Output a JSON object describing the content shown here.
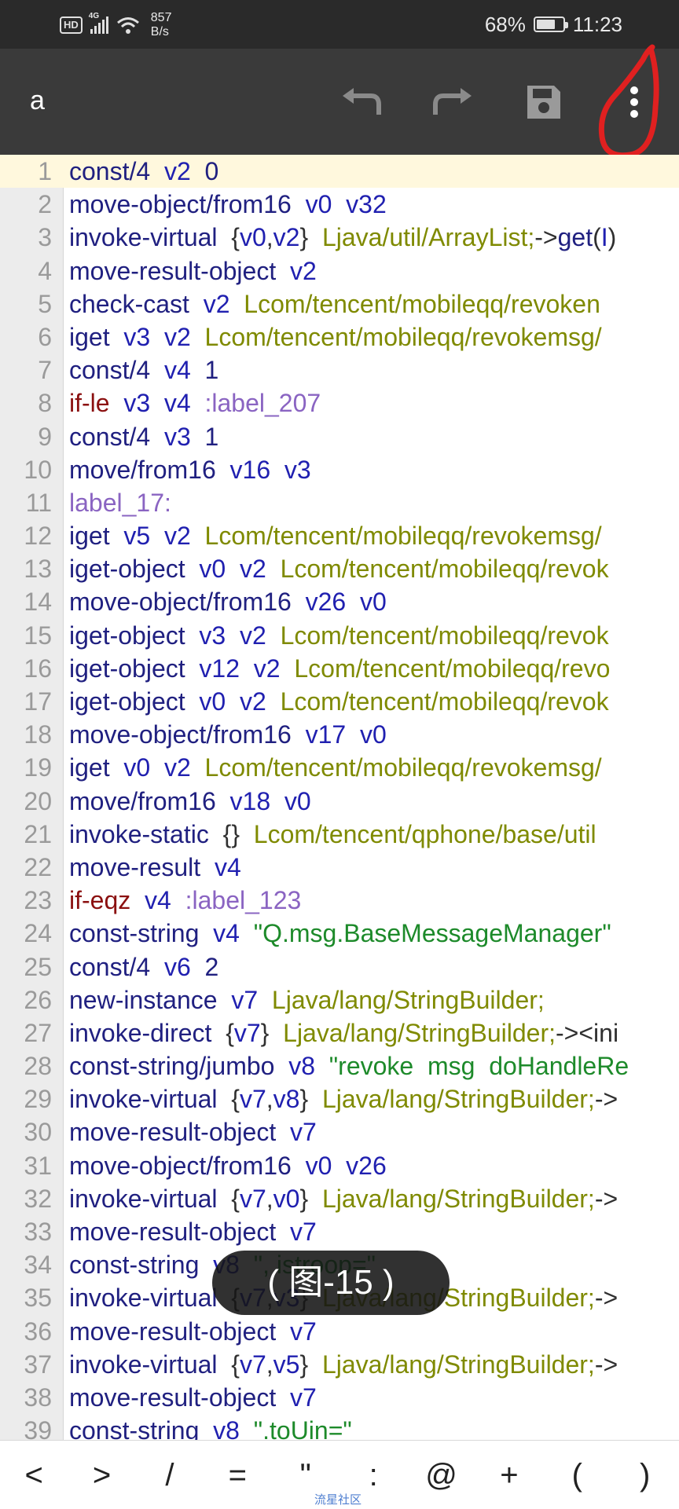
{
  "status_bar": {
    "hd": "HD",
    "network": "4G",
    "speed_value": "857",
    "speed_unit": "B/s",
    "battery": "68%",
    "battery_level": 0.68,
    "time": "11:23"
  },
  "toolbar": {
    "title": "a",
    "undo_icon": "undo-icon",
    "redo_icon": "redo-icon",
    "save_icon": "save-icon",
    "more_icon": "more-vert-icon"
  },
  "editor": {
    "lines": [
      {
        "n": "1",
        "t": [
          [
            "const/4",
            "ins"
          ],
          [
            "  "
          ],
          [
            "v2",
            "reg"
          ],
          [
            "  "
          ],
          [
            "0",
            "ins"
          ]
        ]
      },
      {
        "n": "2",
        "t": [
          [
            "move-object/from16",
            "ins"
          ],
          [
            "  "
          ],
          [
            "v0",
            "reg"
          ],
          [
            "  "
          ],
          [
            "v32",
            "reg"
          ]
        ]
      },
      {
        "n": "3",
        "t": [
          [
            "invoke-virtual",
            "ins"
          ],
          [
            "  "
          ],
          [
            "{",
            "pun"
          ],
          [
            "v0",
            "reg"
          ],
          [
            ",",
            "pun"
          ],
          [
            "v2",
            "reg"
          ],
          [
            "}",
            "pun"
          ],
          [
            "  "
          ],
          [
            "Ljava/util/ArrayList;",
            "type"
          ],
          [
            "->",
            "pun"
          ],
          [
            "get",
            "ins"
          ],
          [
            "(",
            "pun"
          ],
          [
            "I",
            "reg"
          ],
          [
            ")",
            "pun"
          ]
        ]
      },
      {
        "n": "4",
        "t": [
          [
            "move-result-object",
            "ins"
          ],
          [
            "  "
          ],
          [
            "v2",
            "reg"
          ]
        ]
      },
      {
        "n": "5",
        "t": [
          [
            "check-cast",
            "ins"
          ],
          [
            "  "
          ],
          [
            "v2",
            "reg"
          ],
          [
            "  "
          ],
          [
            "Lcom/tencent/mobileqq/revoken",
            "type"
          ]
        ]
      },
      {
        "n": "6",
        "t": [
          [
            "iget",
            "ins"
          ],
          [
            "  "
          ],
          [
            "v3",
            "reg"
          ],
          [
            "  "
          ],
          [
            "v2",
            "reg"
          ],
          [
            "  "
          ],
          [
            "Lcom/tencent/mobileqq/revokemsg/",
            "type"
          ]
        ]
      },
      {
        "n": "7",
        "t": [
          [
            "const/4",
            "ins"
          ],
          [
            "  "
          ],
          [
            "v4",
            "reg"
          ],
          [
            "  "
          ],
          [
            "1",
            "ins"
          ]
        ]
      },
      {
        "n": "8",
        "t": [
          [
            "if-le",
            "kw"
          ],
          [
            "  "
          ],
          [
            "v3",
            "reg"
          ],
          [
            "  "
          ],
          [
            "v4",
            "reg"
          ],
          [
            "  "
          ],
          [
            ":label_207",
            "lbl"
          ]
        ]
      },
      {
        "n": "9",
        "t": [
          [
            "const/4",
            "ins"
          ],
          [
            "  "
          ],
          [
            "v3",
            "reg"
          ],
          [
            "  "
          ],
          [
            "1",
            "ins"
          ]
        ]
      },
      {
        "n": "10",
        "t": [
          [
            "move/from16",
            "ins"
          ],
          [
            "  "
          ],
          [
            "v16",
            "reg"
          ],
          [
            "  "
          ],
          [
            "v3",
            "reg"
          ]
        ]
      },
      {
        "n": "11",
        "t": [
          [
            "label_17:",
            "lbl"
          ]
        ]
      },
      {
        "n": "12",
        "t": [
          [
            "iget",
            "ins"
          ],
          [
            "  "
          ],
          [
            "v5",
            "reg"
          ],
          [
            "  "
          ],
          [
            "v2",
            "reg"
          ],
          [
            "  "
          ],
          [
            "Lcom/tencent/mobileqq/revokemsg/",
            "type"
          ]
        ]
      },
      {
        "n": "13",
        "t": [
          [
            "iget-object",
            "ins"
          ],
          [
            "  "
          ],
          [
            "v0",
            "reg"
          ],
          [
            "  "
          ],
          [
            "v2",
            "reg"
          ],
          [
            "  "
          ],
          [
            "Lcom/tencent/mobileqq/revok",
            "type"
          ]
        ]
      },
      {
        "n": "14",
        "t": [
          [
            "move-object/from16",
            "ins"
          ],
          [
            "  "
          ],
          [
            "v26",
            "reg"
          ],
          [
            "  "
          ],
          [
            "v0",
            "reg"
          ]
        ]
      },
      {
        "n": "15",
        "t": [
          [
            "iget-object",
            "ins"
          ],
          [
            "  "
          ],
          [
            "v3",
            "reg"
          ],
          [
            "  "
          ],
          [
            "v2",
            "reg"
          ],
          [
            "  "
          ],
          [
            "Lcom/tencent/mobileqq/revok",
            "type"
          ]
        ]
      },
      {
        "n": "16",
        "t": [
          [
            "iget-object",
            "ins"
          ],
          [
            "  "
          ],
          [
            "v12",
            "reg"
          ],
          [
            "  "
          ],
          [
            "v2",
            "reg"
          ],
          [
            "  "
          ],
          [
            "Lcom/tencent/mobileqq/revo",
            "type"
          ]
        ]
      },
      {
        "n": "17",
        "t": [
          [
            "iget-object",
            "ins"
          ],
          [
            "  "
          ],
          [
            "v0",
            "reg"
          ],
          [
            "  "
          ],
          [
            "v2",
            "reg"
          ],
          [
            "  "
          ],
          [
            "Lcom/tencent/mobileqq/revok",
            "type"
          ]
        ]
      },
      {
        "n": "18",
        "t": [
          [
            "move-object/from16",
            "ins"
          ],
          [
            "  "
          ],
          [
            "v17",
            "reg"
          ],
          [
            "  "
          ],
          [
            "v0",
            "reg"
          ]
        ]
      },
      {
        "n": "19",
        "t": [
          [
            "iget",
            "ins"
          ],
          [
            "  "
          ],
          [
            "v0",
            "reg"
          ],
          [
            "  "
          ],
          [
            "v2",
            "reg"
          ],
          [
            "  "
          ],
          [
            "Lcom/tencent/mobileqq/revokemsg/",
            "type"
          ]
        ]
      },
      {
        "n": "20",
        "t": [
          [
            "move/from16",
            "ins"
          ],
          [
            "  "
          ],
          [
            "v18",
            "reg"
          ],
          [
            "  "
          ],
          [
            "v0",
            "reg"
          ]
        ]
      },
      {
        "n": "21",
        "t": [
          [
            "invoke-static",
            "ins"
          ],
          [
            "  "
          ],
          [
            "{}",
            "pun"
          ],
          [
            "  "
          ],
          [
            "Lcom/tencent/qphone/base/util",
            "type"
          ]
        ]
      },
      {
        "n": "22",
        "t": [
          [
            "move-result",
            "ins"
          ],
          [
            "  "
          ],
          [
            "v4",
            "reg"
          ]
        ]
      },
      {
        "n": "23",
        "t": [
          [
            "if-eqz",
            "kw"
          ],
          [
            "  "
          ],
          [
            "v4",
            "reg"
          ],
          [
            "  "
          ],
          [
            ":label_123",
            "lbl"
          ]
        ]
      },
      {
        "n": "24",
        "t": [
          [
            "const-string",
            "ins"
          ],
          [
            "  "
          ],
          [
            "v4",
            "reg"
          ],
          [
            "  "
          ],
          [
            "\"Q.msg.BaseMessageManager\"",
            "str"
          ]
        ]
      },
      {
        "n": "25",
        "t": [
          [
            "const/4",
            "ins"
          ],
          [
            "  "
          ],
          [
            "v6",
            "reg"
          ],
          [
            "  "
          ],
          [
            "2",
            "ins"
          ]
        ]
      },
      {
        "n": "26",
        "t": [
          [
            "new-instance",
            "ins"
          ],
          [
            "  "
          ],
          [
            "v7",
            "reg"
          ],
          [
            "  "
          ],
          [
            "Ljava/lang/StringBuilder;",
            "type"
          ]
        ]
      },
      {
        "n": "27",
        "t": [
          [
            "invoke-direct",
            "ins"
          ],
          [
            "  "
          ],
          [
            "{",
            "pun"
          ],
          [
            "v7",
            "reg"
          ],
          [
            "}",
            "pun"
          ],
          [
            "  "
          ],
          [
            "Ljava/lang/StringBuilder;",
            "type"
          ],
          [
            "-><ini",
            "pun"
          ]
        ]
      },
      {
        "n": "28",
        "t": [
          [
            "const-string/jumbo",
            "ins"
          ],
          [
            "  "
          ],
          [
            "v8",
            "reg"
          ],
          [
            "  "
          ],
          [
            "\"revoke  msg  doHandleRe",
            "str"
          ]
        ]
      },
      {
        "n": "29",
        "t": [
          [
            "invoke-virtual",
            "ins"
          ],
          [
            "  "
          ],
          [
            "{",
            "pun"
          ],
          [
            "v7",
            "reg"
          ],
          [
            ",",
            "pun"
          ],
          [
            "v8",
            "reg"
          ],
          [
            "}",
            "pun"
          ],
          [
            "  "
          ],
          [
            "Ljava/lang/StringBuilder;",
            "type"
          ],
          [
            "->",
            "pun"
          ]
        ]
      },
      {
        "n": "30",
        "t": [
          [
            "move-result-object",
            "ins"
          ],
          [
            "  "
          ],
          [
            "v7",
            "reg"
          ]
        ]
      },
      {
        "n": "31",
        "t": [
          [
            "move-object/from16",
            "ins"
          ],
          [
            "  "
          ],
          [
            "v0",
            "reg"
          ],
          [
            "  "
          ],
          [
            "v26",
            "reg"
          ]
        ]
      },
      {
        "n": "32",
        "t": [
          [
            "invoke-virtual",
            "ins"
          ],
          [
            "  "
          ],
          [
            "{",
            "pun"
          ],
          [
            "v7",
            "reg"
          ],
          [
            ",",
            "pun"
          ],
          [
            "v0",
            "reg"
          ],
          [
            "}",
            "pun"
          ],
          [
            "  "
          ],
          [
            "Ljava/lang/StringBuilder;",
            "type"
          ],
          [
            "->",
            "pun"
          ]
        ]
      },
      {
        "n": "33",
        "t": [
          [
            "move-result-object",
            "ins"
          ],
          [
            "  "
          ],
          [
            "v7",
            "reg"
          ]
        ]
      },
      {
        "n": "34",
        "t": [
          [
            "const-string",
            "ins"
          ],
          [
            "  "
          ],
          [
            "v8",
            "reg"
          ],
          [
            "  "
          ],
          [
            "\", istroop=\"",
            "str"
          ]
        ]
      },
      {
        "n": "35",
        "t": [
          [
            "invoke-virtual",
            "ins"
          ],
          [
            "  "
          ],
          [
            "{",
            "pun"
          ],
          [
            "v7",
            "reg"
          ],
          [
            ",",
            "pun"
          ],
          [
            "v3",
            "reg"
          ],
          [
            "}",
            "pun"
          ],
          [
            "  "
          ],
          [
            "Ljava/lang/StringBuilder;",
            "type"
          ],
          [
            "->",
            "pun"
          ]
        ]
      },
      {
        "n": "36",
        "t": [
          [
            "move-result-object",
            "ins"
          ],
          [
            "  "
          ],
          [
            "v7",
            "reg"
          ]
        ]
      },
      {
        "n": "37",
        "t": [
          [
            "invoke-virtual",
            "ins"
          ],
          [
            "  "
          ],
          [
            "{",
            "pun"
          ],
          [
            "v7",
            "reg"
          ],
          [
            ",",
            "pun"
          ],
          [
            "v5",
            "reg"
          ],
          [
            "}",
            "pun"
          ],
          [
            "  "
          ],
          [
            "Ljava/lang/StringBuilder;",
            "type"
          ],
          [
            "->",
            "pun"
          ]
        ]
      },
      {
        "n": "38",
        "t": [
          [
            "move-result-object",
            "ins"
          ],
          [
            "  "
          ],
          [
            "v7",
            "reg"
          ]
        ]
      },
      {
        "n": "39",
        "t": [
          [
            "const-string",
            "ins"
          ],
          [
            "  "
          ],
          [
            "v8",
            "reg"
          ],
          [
            "  "
          ],
          [
            "\".toUin=\"",
            "str"
          ]
        ]
      }
    ]
  },
  "overlay": {
    "label": "( 图-15 )"
  },
  "symbol_bar": {
    "keys": [
      "<",
      ">",
      "/",
      "=",
      "\"",
      ":",
      "@",
      "+",
      "(",
      ")"
    ]
  },
  "watermark": "流星社区",
  "colors": {
    "status_bar_bg": "#2a2a2a",
    "toolbar_bg": "#3a3a3a",
    "current_line": "#fff8dd",
    "annotation_red": "#e02020",
    "instruction": "#202080",
    "keyword": "#8b1010",
    "label": "#8a64c2",
    "type": "#7f8a00",
    "string": "#1d8a2a",
    "register": "#2020b0"
  }
}
